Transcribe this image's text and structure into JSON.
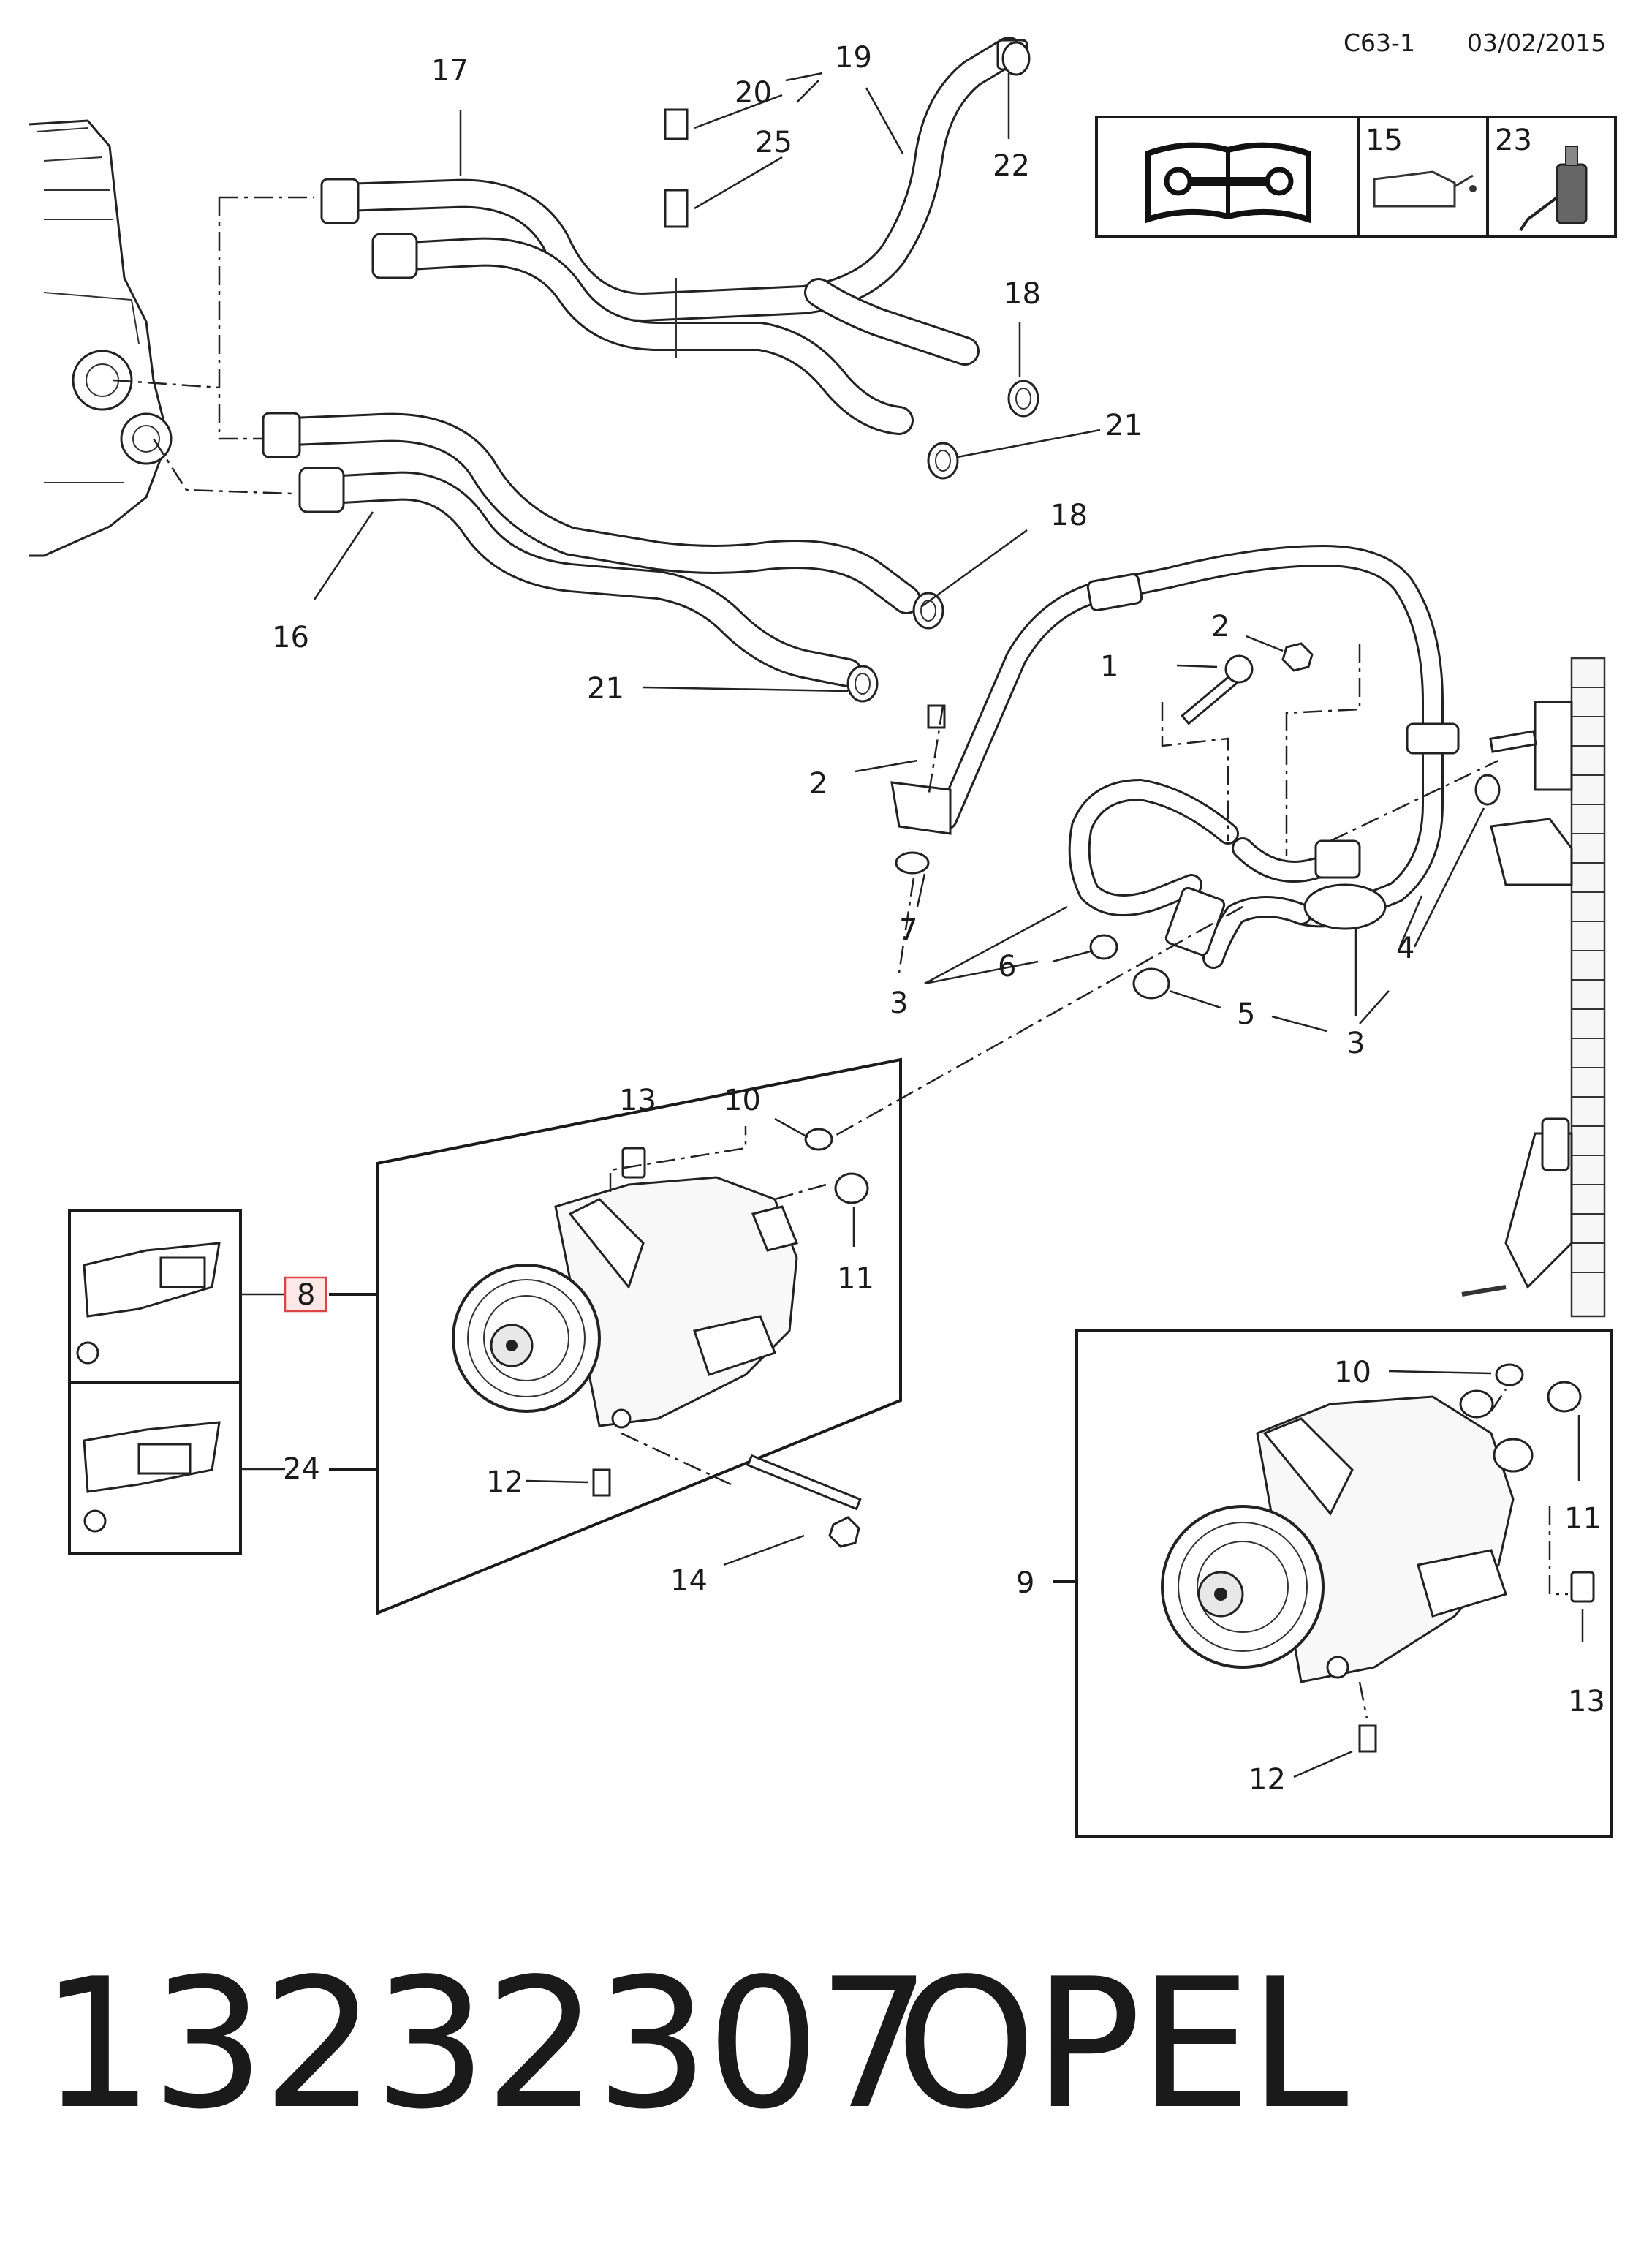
{
  "header": {
    "diagram_code": "C63-1",
    "date": "03/02/2015"
  },
  "legend_box": {
    "items": [
      {
        "number": "15",
        "icon": "oil-can-icon"
      },
      {
        "number": "23",
        "icon": "sealant-bottle-icon"
      }
    ],
    "manual_icon": "service-manual-icon"
  },
  "callouts": {
    "n1": "1",
    "n2a": "2",
    "n2b": "2",
    "n3a": "3",
    "n3b": "3",
    "n4": "4",
    "n5": "5",
    "n6": "6",
    "n7": "7",
    "n8": "8",
    "n9": "9",
    "n10a": "10",
    "n10b": "10",
    "n11a": "11",
    "n11b": "11",
    "n12a": "12",
    "n12b": "12",
    "n13a": "13",
    "n13b": "13",
    "n14": "14",
    "n16": "16",
    "n17": "17",
    "n18a": "18",
    "n18b": "18",
    "n19": "19",
    "n20": "20",
    "n21a": "21",
    "n21b": "21",
    "n22": "22",
    "n24": "24",
    "n25": "25"
  },
  "highlighted_callout": "8",
  "footer": {
    "part_number": "13232307",
    "brand": "OPEL"
  }
}
